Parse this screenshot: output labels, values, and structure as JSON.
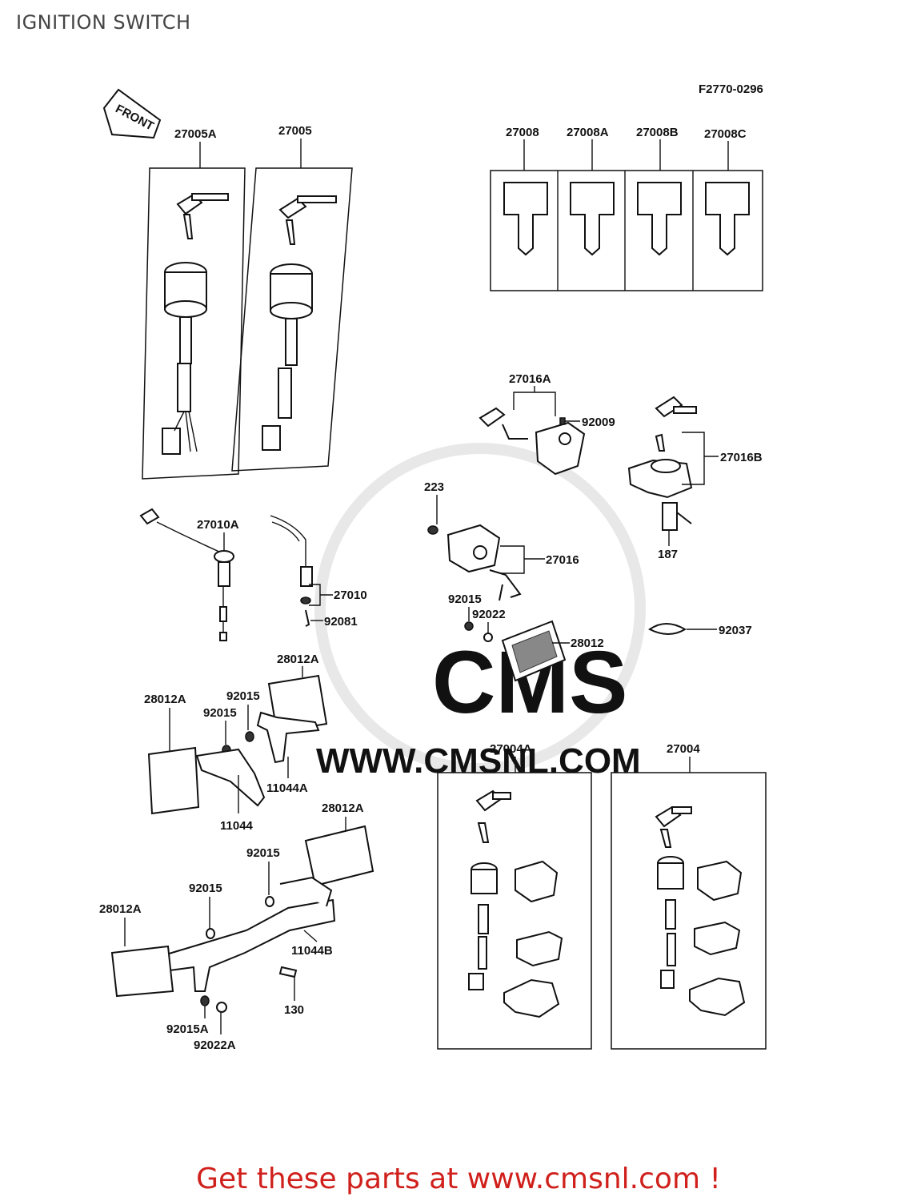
{
  "header": {
    "title": "IGNITION SWITCH"
  },
  "diagram": {
    "code": "F2770-0296",
    "front_label": "FRONT",
    "watermark": "WWW.CMSNL.COM",
    "watermark_logo": "CMS",
    "parts": {
      "p27005A": "27005A",
      "p27005": "27005",
      "p27008": "27008",
      "p27008A": "27008A",
      "p27008B": "27008B",
      "p27008C": "27008C",
      "p27016A": "27016A",
      "p92009": "92009",
      "p27016B": "27016B",
      "p223": "223",
      "p27016": "27016",
      "p187": "187",
      "p27010A": "27010A",
      "p27010": "27010",
      "p92081": "92081",
      "p92015_a": "92015",
      "p92022_a": "92022",
      "p28012": "28012",
      "p92037": "92037",
      "p28012A_a": "28012A",
      "p92015_b": "92015",
      "p28012A_b": "28012A",
      "p92015_c": "92015",
      "p11044A": "11044A",
      "p11044": "11044",
      "p28012A_c": "28012A",
      "p92015_d": "92015",
      "p92015_e": "92015",
      "p28012A_d": "28012A",
      "p11044B": "11044B",
      "p130": "130",
      "p92015A": "92015A",
      "p92022A": "92022A",
      "p27004A": "27004A",
      "p27004": "27004"
    }
  },
  "footer": {
    "cta": "Get these parts at www.cmsnl.com !"
  },
  "colors": {
    "cta": "#d0201c",
    "title": "#444444",
    "line": "#111111",
    "watermark": "#e8e8e8"
  }
}
